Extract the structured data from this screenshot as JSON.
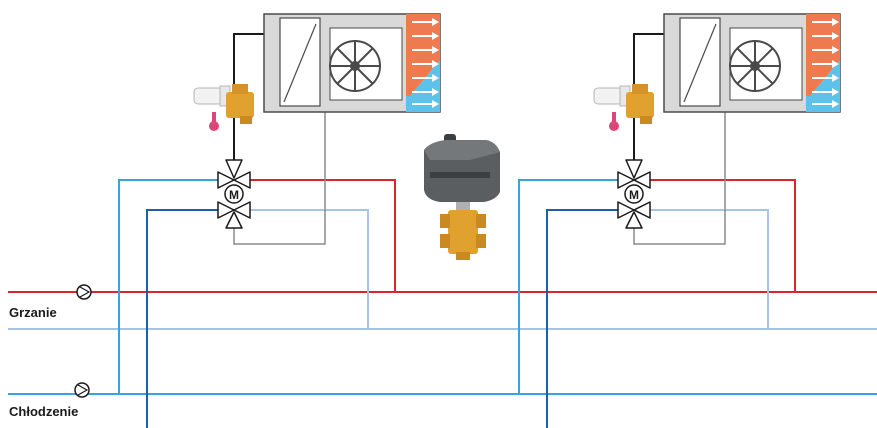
{
  "labels": {
    "heating": "Grzanie",
    "cooling": "Chłodzenie"
  },
  "valve_motor_symbol": "M",
  "colors": {
    "heating_supply": "#d7262e",
    "heating_return": "#a9c3e6",
    "cooling_supply": "#3aa3dc",
    "cooling_return": "#1f5fa8",
    "control_line": "#8c8c8c",
    "unit_body": "#d9d9d9",
    "coil_hot": "#f07a4f",
    "coil_cold": "#5cc2ea",
    "valve_brass": "#e0a12f",
    "actuator_body": "#5a5e60"
  },
  "icons": [
    "pump-icon",
    "fan-icon",
    "three-way-valve-icon",
    "actuator-icon",
    "air-handler-icon"
  ]
}
